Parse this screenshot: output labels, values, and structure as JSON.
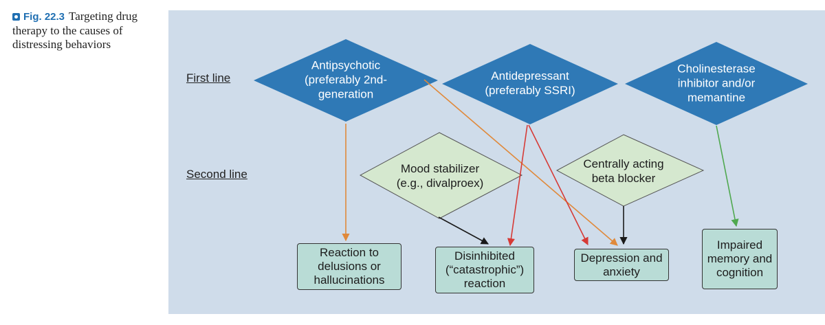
{
  "caption": {
    "fig_label": "Fig. 22.3",
    "text": "Targeting drug therapy to the causes of distressing behaviors"
  },
  "rows": {
    "first": "First line",
    "second": "Second line"
  },
  "first_line": [
    {
      "id": "antipsychotic",
      "label": "Antipsychotic (preferably 2nd-generation"
    },
    {
      "id": "antidepressant",
      "label": "Antidepressant (preferably SSRI)"
    },
    {
      "id": "cholinesterase",
      "label": "Cholinesterase inhibitor and/or memantine"
    }
  ],
  "second_line": [
    {
      "id": "mood",
      "label": "Mood stabilizer (e.g., divalproex)"
    },
    {
      "id": "beta",
      "label": "Centrally acting beta blocker"
    }
  ],
  "targets": [
    {
      "id": "delusions",
      "label": "Reaction to delusions or hallucinations"
    },
    {
      "id": "disinhibited",
      "label": "Disinhibited (“catastrophic”) reaction"
    },
    {
      "id": "depression",
      "label": "Depression and anxiety"
    },
    {
      "id": "memory",
      "label": "Impaired memory and cognition"
    }
  ],
  "colors": {
    "primary_diamond": "#2f79b6",
    "secondary_diamond": "#d5e8cf",
    "target_box": "#b9dcd6",
    "arrow_orange": "#e0893a",
    "arrow_red": "#d63a36",
    "arrow_green": "#4fa84f",
    "arrow_black": "#1a1a1a"
  }
}
